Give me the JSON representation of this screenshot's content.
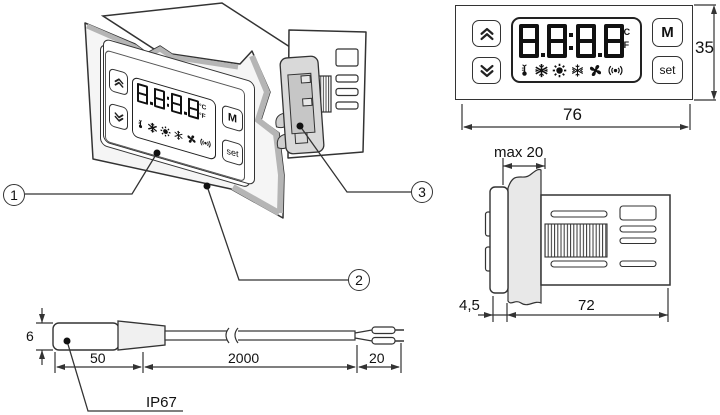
{
  "device_display": {
    "value": "8.8:8.8",
    "unit_celsius": "°C",
    "unit_fahrenheit": "°F",
    "icons": [
      "thermometer",
      "snowflake",
      "sun",
      "defrost",
      "fan",
      "alarm"
    ]
  },
  "device_buttons": {
    "up": "chevron-double-up",
    "down": "chevron-double-down",
    "mode": "M",
    "set": "set"
  },
  "callouts": {
    "c1": "1",
    "c2": "2",
    "c3": "3"
  },
  "dimensions": {
    "front_width": "76",
    "front_height": "35",
    "panel_thickness": "max 20",
    "bezel_depth": "4,5",
    "body_depth": "72",
    "probe_diameter": "6",
    "probe_length": "50",
    "cable_length": "2000",
    "wire_length": "20"
  },
  "probe": {
    "protection_rating": "IP67"
  },
  "colors": {
    "line": "#333333",
    "edge_gray": "#b5b5b5",
    "fill_light": "#f5f5f5",
    "clip_gray": "#d9d9d9"
  }
}
